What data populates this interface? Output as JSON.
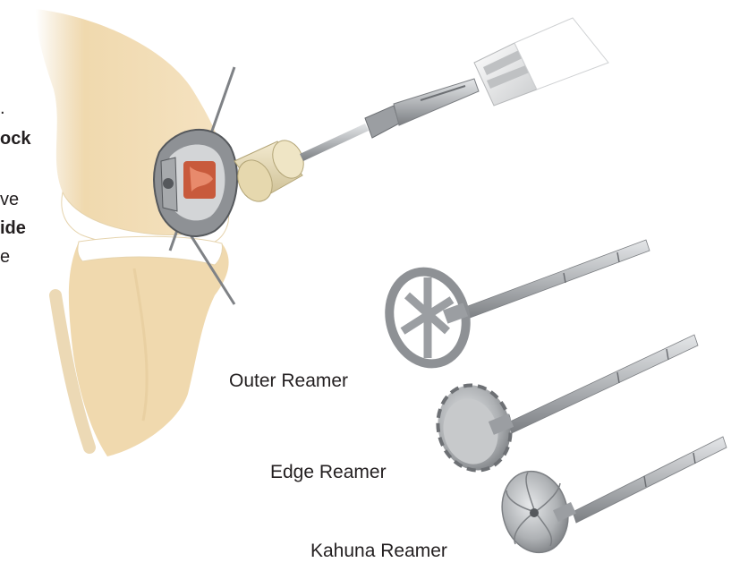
{
  "cropped_text": [
    {
      "text": ".",
      "bold": false
    },
    {
      "text": "ock",
      "bold": true
    },
    {
      "text": "ve",
      "bold": false
    },
    {
      "text": "ide",
      "bold": true
    },
    {
      "text": "e",
      "bold": false
    }
  ],
  "labels": {
    "outer": "Outer Reamer",
    "edge": "Edge Reamer",
    "kahuna": "Kahuna Reamer"
  },
  "colors": {
    "bone": "#f2ddb5",
    "bone_shadow": "#dcc08e",
    "cartilage": "#ffffff",
    "metal_light": "#d7d9db",
    "metal_mid": "#a9acaf",
    "metal_dark": "#6d7074",
    "sleeve": "#e8dcb4",
    "tissue": "#c85a3c",
    "text": "#231f20"
  },
  "icons": [
    "knee-joint-illustration",
    "drill-guide-illustration",
    "outer-reamer-illustration",
    "edge-reamer-illustration",
    "kahuna-reamer-illustration"
  ]
}
